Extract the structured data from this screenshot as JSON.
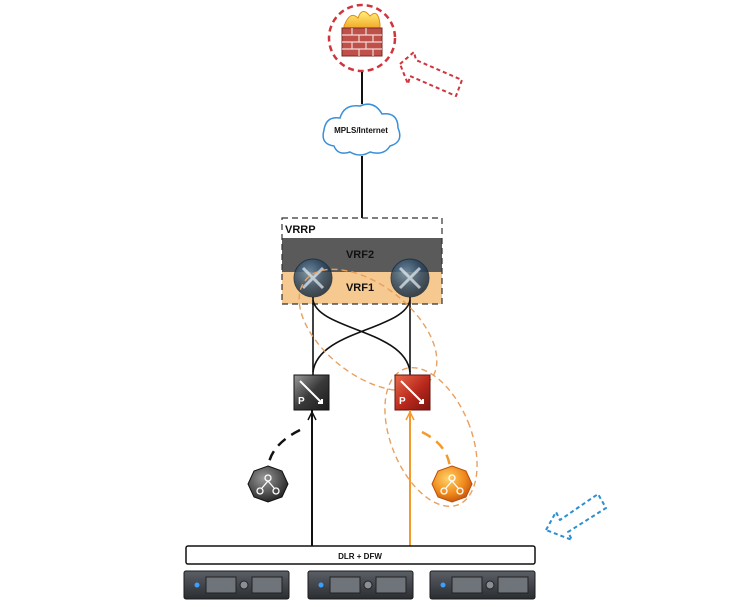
{
  "diagram": {
    "cloud_label": "MPLS/Internet",
    "vrrp_label": "VRRP",
    "vrf2_label": "VRF2",
    "vrf1_label": "VRF1",
    "dlr_label": "DLR + DFW"
  },
  "colors": {
    "vrf2_band": "#5a5a5a",
    "vrf1_band": "#f6c990",
    "orange_link": "#f39a2e",
    "dashed_orange": "#e8a060",
    "red_highlight": "#d0343c",
    "blue_arrow": "#2b8fd0",
    "cloud_stroke": "#3a8fd8"
  },
  "icons": [
    "firewall-icon",
    "cloud-icon",
    "router-icon",
    "edge-gateway-icon",
    "controller-icon",
    "server-icon"
  ]
}
